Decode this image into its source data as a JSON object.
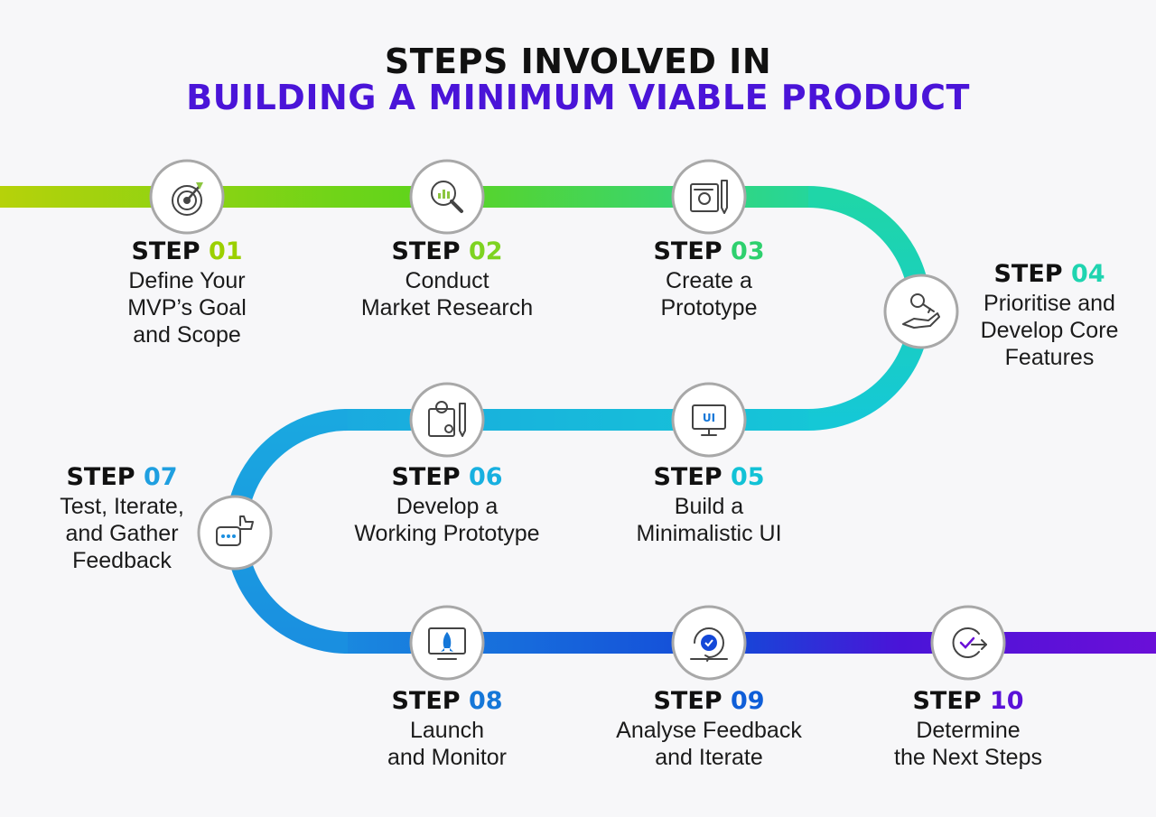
{
  "title": {
    "line1": "STEPS INVOLVED IN",
    "line2": "BUILDING A MINIMUM VIABLE PRODUCT"
  },
  "step_word": "STEP",
  "steps": [
    {
      "num": "01",
      "color": "#9bd000",
      "icon": "target-icon",
      "lines": [
        "Define Your",
        "MVP’s Goal",
        "and Scope"
      ]
    },
    {
      "num": "02",
      "color": "#7ed321",
      "icon": "magnifier-chart-icon",
      "lines": [
        "Conduct",
        "Market Research"
      ]
    },
    {
      "num": "03",
      "color": "#2ed06e",
      "icon": "blueprint-pencil-icon",
      "lines": [
        "Create a",
        "Prototype"
      ]
    },
    {
      "num": "04",
      "color": "#1fd4b0",
      "icon": "hand-key-icon",
      "lines": [
        "Prioritise and",
        "Develop Core",
        "Features"
      ]
    },
    {
      "num": "05",
      "color": "#12c2d6",
      "icon": "ui-monitor-icon",
      "lines": [
        "Build a",
        "Minimalistic UI"
      ]
    },
    {
      "num": "06",
      "color": "#18b0e0",
      "icon": "prototype-tools-icon",
      "lines": [
        "Develop a",
        "Working Prototype"
      ]
    },
    {
      "num": "07",
      "color": "#1f9fe0",
      "icon": "feedback-thumbs-icon",
      "lines": [
        "Test, Iterate,",
        "and Gather",
        "Feedback"
      ]
    },
    {
      "num": "08",
      "color": "#1577d8",
      "icon": "rocket-monitor-icon",
      "lines": [
        "Launch",
        "and Monitor"
      ]
    },
    {
      "num": "09",
      "color": "#0f5ed8",
      "icon": "iterate-cycle-icon",
      "lines": [
        "Analyse Feedback",
        "and Iterate"
      ]
    },
    {
      "num": "10",
      "color": "#5a12d8",
      "icon": "next-steps-icon",
      "lines": [
        "Determine",
        "the Next Steps"
      ]
    }
  ]
}
